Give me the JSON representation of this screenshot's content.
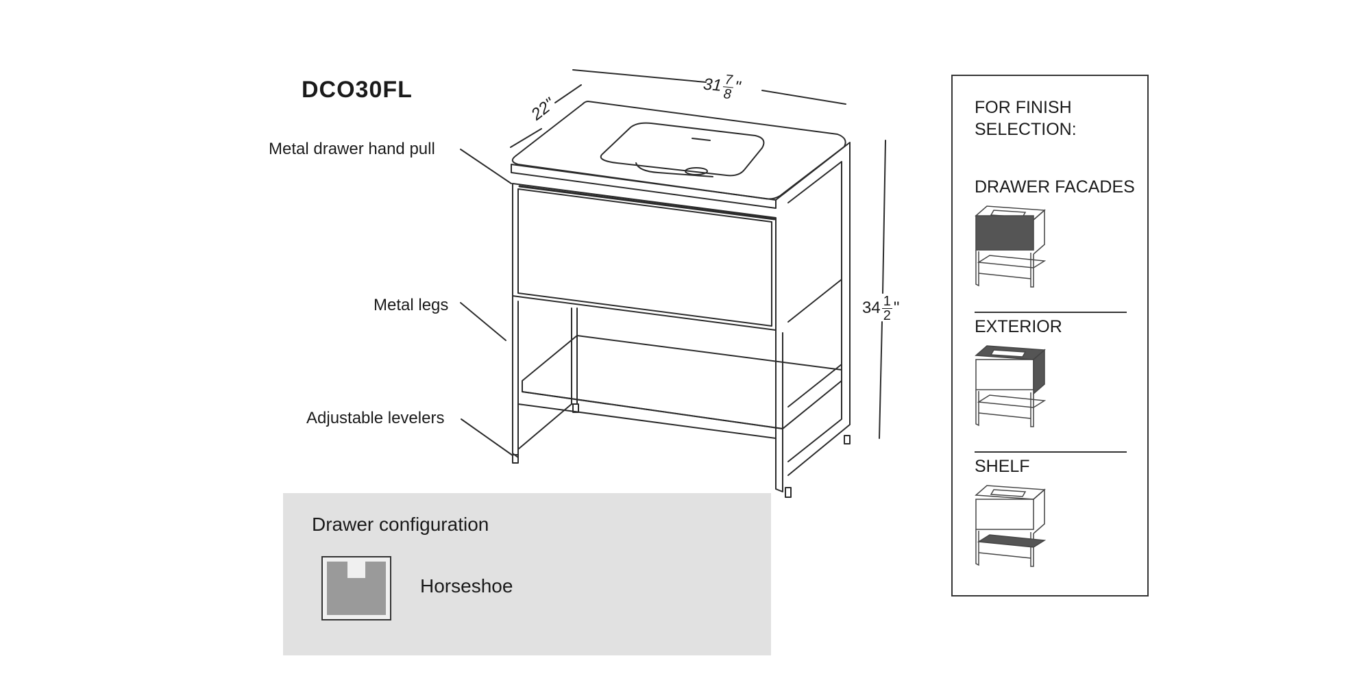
{
  "model": "DCO30FL",
  "dimensions": {
    "width_whole": "31",
    "width_num": "7",
    "width_den": "8",
    "width_unit": "\"",
    "depth": "22\"",
    "height_whole": "34",
    "height_num": "1",
    "height_den": "2",
    "height_unit": "\""
  },
  "callouts": {
    "hand_pull": "Metal drawer hand pull",
    "legs": "Metal legs",
    "levelers": "Adjustable levelers"
  },
  "config": {
    "title": "Drawer configuration",
    "label": "Horseshoe"
  },
  "finish": {
    "title_line1": "FOR FINISH",
    "title_line2": "SELECTION:",
    "sections": [
      "DRAWER FACADES",
      "EXTERIOR",
      "SHELF"
    ]
  },
  "colors": {
    "line": "#2a2a2a",
    "panel_bg": "#e1e1e1",
    "highlight": "#555555"
  }
}
